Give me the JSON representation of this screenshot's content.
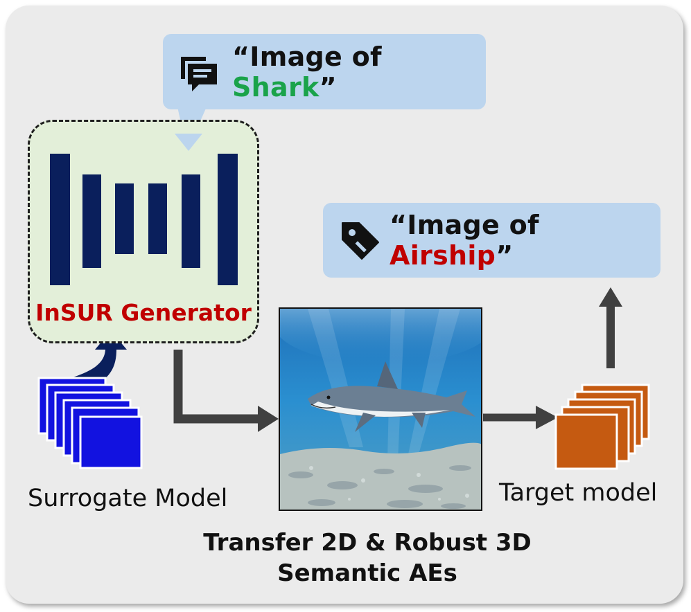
{
  "prompt_bubble": {
    "icon": "chat-message-icon",
    "prefix": "“Image of ",
    "highlight": "Shark",
    "suffix": "”",
    "highlight_color": "#1aa34a"
  },
  "target_bubble": {
    "icon": "tag-label-icon",
    "prefix": "“Image of ",
    "highlight": "Airship",
    "suffix": "”",
    "highlight_color": "#c00000"
  },
  "generator": {
    "title": "InSUR Generator",
    "bar_color": "#0a1f5c"
  },
  "surrogate": {
    "label": "Surrogate Model",
    "color": "#1212e0"
  },
  "target": {
    "label": "Target model",
    "color": "#c55a11"
  },
  "sample_image": {
    "icon": "shark-photo"
  },
  "caption": {
    "line1": "Transfer 2D & Robust 3D",
    "line2": "Semantic AEs"
  },
  "colors": {
    "panel": "#ebebeb",
    "bubble": "#bcd5ee",
    "arrow": "#404040"
  }
}
